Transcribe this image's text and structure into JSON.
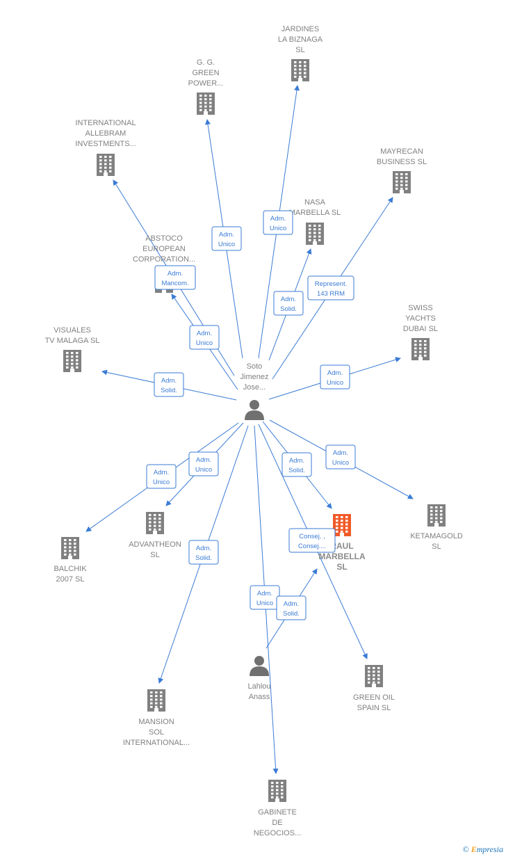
{
  "center_person": {
    "id": "soto",
    "lines": [
      "Soto",
      "Jimenez",
      "Jose..."
    ]
  },
  "nodes": [
    {
      "id": "jardines",
      "kind": "company",
      "lines": [
        "JARDINES",
        "LA BIZNAGA",
        "SL"
      ]
    },
    {
      "id": "gg_green",
      "kind": "company",
      "lines": [
        "G.  G.",
        "GREEN",
        "POWER..."
      ]
    },
    {
      "id": "international",
      "kind": "company",
      "lines": [
        "INTERNATIONAL",
        "ALLEBRAM",
        "INVESTMENTS..."
      ]
    },
    {
      "id": "mayrecan",
      "kind": "company",
      "lines": [
        "MAYRECAN",
        "BUSINESS  SL"
      ]
    },
    {
      "id": "nasa",
      "kind": "company",
      "lines": [
        "NASA",
        "MARBELLA  SL"
      ]
    },
    {
      "id": "abstoco",
      "kind": "company",
      "lines": [
        "ABSTOCO",
        "EUROPEAN",
        "CORPORATION..."
      ]
    },
    {
      "id": "swiss",
      "kind": "company",
      "lines": [
        "SWISS",
        "YACHTS",
        "DUBAI  SL"
      ]
    },
    {
      "id": "visuales",
      "kind": "company",
      "lines": [
        "VISUALES",
        "TV MALAGA  SL"
      ]
    },
    {
      "id": "balchik",
      "kind": "company",
      "lines": [
        "BALCHIK",
        "2007 SL"
      ]
    },
    {
      "id": "advantheon",
      "kind": "company",
      "lines": [
        "ADVANTHEON",
        "SL"
      ]
    },
    {
      "id": "raul",
      "kind": "company-main",
      "lines": [
        "RAUL",
        "MARBELLA",
        "SL"
      ]
    },
    {
      "id": "ketamagold",
      "kind": "company",
      "lines": [
        "KETAMAGOLD",
        "SL"
      ]
    },
    {
      "id": "mansion",
      "kind": "company",
      "lines": [
        "MANSION",
        "SOL",
        "INTERNATIONAL..."
      ]
    },
    {
      "id": "lahlou",
      "kind": "person",
      "lines": [
        "Lahlou",
        "Anass"
      ]
    },
    {
      "id": "green_oil",
      "kind": "company",
      "lines": [
        "GREEN OIL",
        "SPAIN SL"
      ]
    },
    {
      "id": "gabinete",
      "kind": "company",
      "lines": [
        "GABINETE",
        "DE",
        "NEGOCIOS..."
      ]
    }
  ],
  "edges": [
    {
      "from": "soto",
      "to": "jardines",
      "label": [
        "Adm.",
        "Unico"
      ]
    },
    {
      "from": "soto",
      "to": "gg_green",
      "label": [
        "Adm.",
        "Unico"
      ]
    },
    {
      "from": "soto",
      "to": "international",
      "label": [
        "Adm.",
        "Mancom."
      ]
    },
    {
      "from": "soto",
      "to": "mayrecan",
      "label": [
        "Represent.",
        "143 RRM"
      ]
    },
    {
      "from": "soto",
      "to": "nasa",
      "label": [
        "Adm.",
        "Solid."
      ]
    },
    {
      "from": "soto",
      "to": "abstoco",
      "label": [
        "Adm.",
        "Unico"
      ]
    },
    {
      "from": "soto",
      "to": "swiss",
      "label": [
        "Adm.",
        "Unico"
      ]
    },
    {
      "from": "soto",
      "to": "visuales",
      "label": [
        "Adm.",
        "Solid."
      ]
    },
    {
      "from": "soto",
      "to": "balchik",
      "label": [
        "Adm.",
        "Unico"
      ]
    },
    {
      "from": "soto",
      "to": "advantheon",
      "label": [
        "Adm.",
        "Unico"
      ]
    },
    {
      "from": "soto",
      "to": "raul",
      "label": [
        "Adm.",
        "Solid."
      ]
    },
    {
      "from": "soto",
      "to": "ketamagold",
      "label": [
        "Adm.",
        "Unico"
      ]
    },
    {
      "from": "soto",
      "to": "mansion",
      "label": [
        "Adm.",
        "Solid."
      ]
    },
    {
      "from": "soto",
      "to": "green_oil",
      "label": [
        "Consej. ,",
        "Consej...."
      ]
    },
    {
      "from": "soto",
      "to": "gabinete",
      "label": [
        "Adm.",
        "Unico"
      ]
    },
    {
      "from": "lahlou",
      "to": "raul",
      "label": [
        "Adm.",
        "Solid."
      ]
    }
  ],
  "colors": {
    "edge": "#3a7bd5",
    "company_icon": "#808080",
    "main_company_icon": "#f05a28",
    "person_icon": "#707070"
  },
  "watermark": {
    "copyright": "©",
    "brand_initial": "E",
    "brand_rest": "mpresia"
  }
}
